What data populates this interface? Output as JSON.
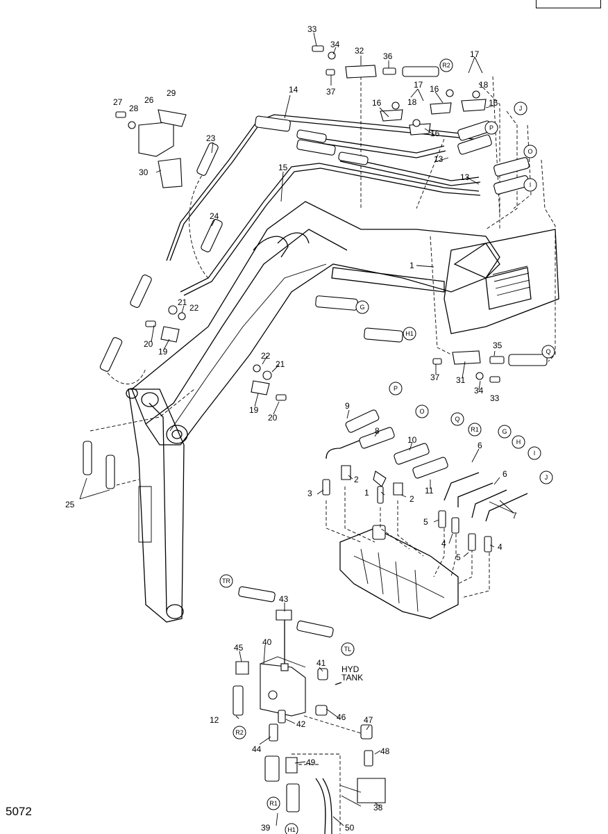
{
  "figure_number": "5072",
  "tank_label_line1": "HYD",
  "tank_label_line2": "TANK",
  "part_numbers": [
    {
      "id": "p33a",
      "n": "33"
    },
    {
      "id": "p34a",
      "n": "34"
    },
    {
      "id": "p32",
      "n": "32"
    },
    {
      "id": "p36",
      "n": "36"
    },
    {
      "id": "p17a",
      "n": "17"
    },
    {
      "id": "p37a",
      "n": "37"
    },
    {
      "id": "p17b",
      "n": "17"
    },
    {
      "id": "p18a",
      "n": "18"
    },
    {
      "id": "p16a",
      "n": "16"
    },
    {
      "id": "p18b",
      "n": "18"
    },
    {
      "id": "p16b",
      "n": "16"
    },
    {
      "id": "p16c",
      "n": "16"
    },
    {
      "id": "p16d",
      "n": "16"
    },
    {
      "id": "p27",
      "n": "27"
    },
    {
      "id": "p28",
      "n": "28"
    },
    {
      "id": "p26",
      "n": "26"
    },
    {
      "id": "p29",
      "n": "29"
    },
    {
      "id": "p14",
      "n": "14"
    },
    {
      "id": "p23",
      "n": "23"
    },
    {
      "id": "p30",
      "n": "30"
    },
    {
      "id": "p13a",
      "n": "13"
    },
    {
      "id": "p13b",
      "n": "13"
    },
    {
      "id": "p15",
      "n": "15"
    },
    {
      "id": "p24",
      "n": "24"
    },
    {
      "id": "p1a",
      "n": "1"
    },
    {
      "id": "p21a",
      "n": "21"
    },
    {
      "id": "p22a",
      "n": "22"
    },
    {
      "id": "p20a",
      "n": "20"
    },
    {
      "id": "p19a",
      "n": "19"
    },
    {
      "id": "p22b",
      "n": "22"
    },
    {
      "id": "p21b",
      "n": "21"
    },
    {
      "id": "p19b",
      "n": "19"
    },
    {
      "id": "p20b",
      "n": "20"
    },
    {
      "id": "p35",
      "n": "35"
    },
    {
      "id": "p37b",
      "n": "37"
    },
    {
      "id": "p31",
      "n": "31"
    },
    {
      "id": "p34b",
      "n": "34"
    },
    {
      "id": "p33b",
      "n": "33"
    },
    {
      "id": "p25",
      "n": "25"
    },
    {
      "id": "p9",
      "n": "9"
    },
    {
      "id": "p8",
      "n": "8"
    },
    {
      "id": "p10",
      "n": "10"
    },
    {
      "id": "p6a",
      "n": "6"
    },
    {
      "id": "p11",
      "n": "11"
    },
    {
      "id": "p6b",
      "n": "6"
    },
    {
      "id": "p7",
      "n": "7"
    },
    {
      "id": "p3",
      "n": "3"
    },
    {
      "id": "p2a",
      "n": "2"
    },
    {
      "id": "p1b",
      "n": "1"
    },
    {
      "id": "p2b",
      "n": "2"
    },
    {
      "id": "p5a",
      "n": "5"
    },
    {
      "id": "p4a",
      "n": "4"
    },
    {
      "id": "p5b",
      "n": "5"
    },
    {
      "id": "p4b",
      "n": "4"
    },
    {
      "id": "p43",
      "n": "43"
    },
    {
      "id": "p40",
      "n": "40"
    },
    {
      "id": "p45",
      "n": "45"
    },
    {
      "id": "p41",
      "n": "41"
    },
    {
      "id": "p12",
      "n": "12"
    },
    {
      "id": "p46",
      "n": "46"
    },
    {
      "id": "p42",
      "n": "42"
    },
    {
      "id": "p47",
      "n": "47"
    },
    {
      "id": "p44",
      "n": "44"
    },
    {
      "id": "p48",
      "n": "48"
    },
    {
      "id": "p49",
      "n": "49"
    },
    {
      "id": "p39",
      "n": "39"
    },
    {
      "id": "p50",
      "n": "50"
    },
    {
      "id": "p38",
      "n": "38"
    }
  ],
  "connection_markers": [
    {
      "id": "cR2a",
      "t": "R2"
    },
    {
      "id": "cJa",
      "t": "J"
    },
    {
      "id": "cPa",
      "t": "P"
    },
    {
      "id": "cOa",
      "t": "O"
    },
    {
      "id": "cIa",
      "t": "I"
    },
    {
      "id": "cGa",
      "t": "G"
    },
    {
      "id": "cHa",
      "t": "H1"
    },
    {
      "id": "cQa",
      "t": "Q"
    },
    {
      "id": "cPb",
      "t": "P"
    },
    {
      "id": "cOb",
      "t": "O"
    },
    {
      "id": "cQb",
      "t": "Q"
    },
    {
      "id": "cR1a",
      "t": "R1"
    },
    {
      "id": "cGb",
      "t": "G"
    },
    {
      "id": "cHb",
      "t": "H"
    },
    {
      "id": "cIb",
      "t": "I"
    },
    {
      "id": "cJb",
      "t": "J"
    },
    {
      "id": "cTR",
      "t": "TR"
    },
    {
      "id": "cTL",
      "t": "TL"
    },
    {
      "id": "cR2b",
      "t": "R2"
    },
    {
      "id": "cR1b",
      "t": "R1"
    },
    {
      "id": "cH1b",
      "t": "H1"
    }
  ]
}
